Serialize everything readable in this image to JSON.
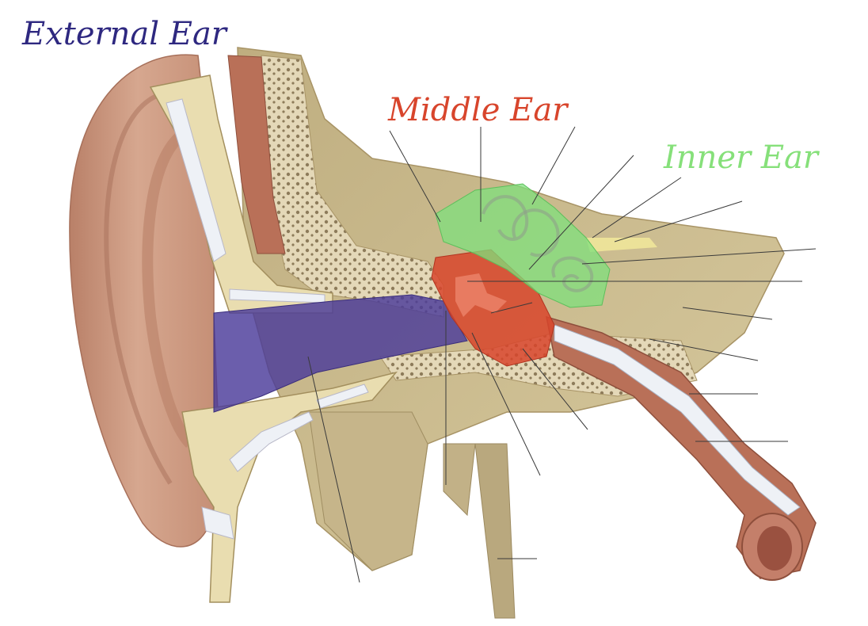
{
  "labels": {
    "external": "External Ear",
    "middle": "Middle Ear",
    "inner": "Inner Ear"
  },
  "colors": {
    "external": "#2e2880",
    "middle": "#d8452c",
    "inner": "#86e07a",
    "external_region": "#4b3a9a",
    "middle_region": "#d8452c",
    "inner_region": "#7fe07c",
    "skin": "#cf9f86",
    "skin_shadow": "#b77f69",
    "bone": "#c8b888",
    "bone_light": "#e6dcbc",
    "cartilage": "#e9ddb0",
    "muscle": "#b97058",
    "canal_white": "#eef1f6"
  },
  "leader_lines": {
    "count": 18,
    "note": ""
  }
}
